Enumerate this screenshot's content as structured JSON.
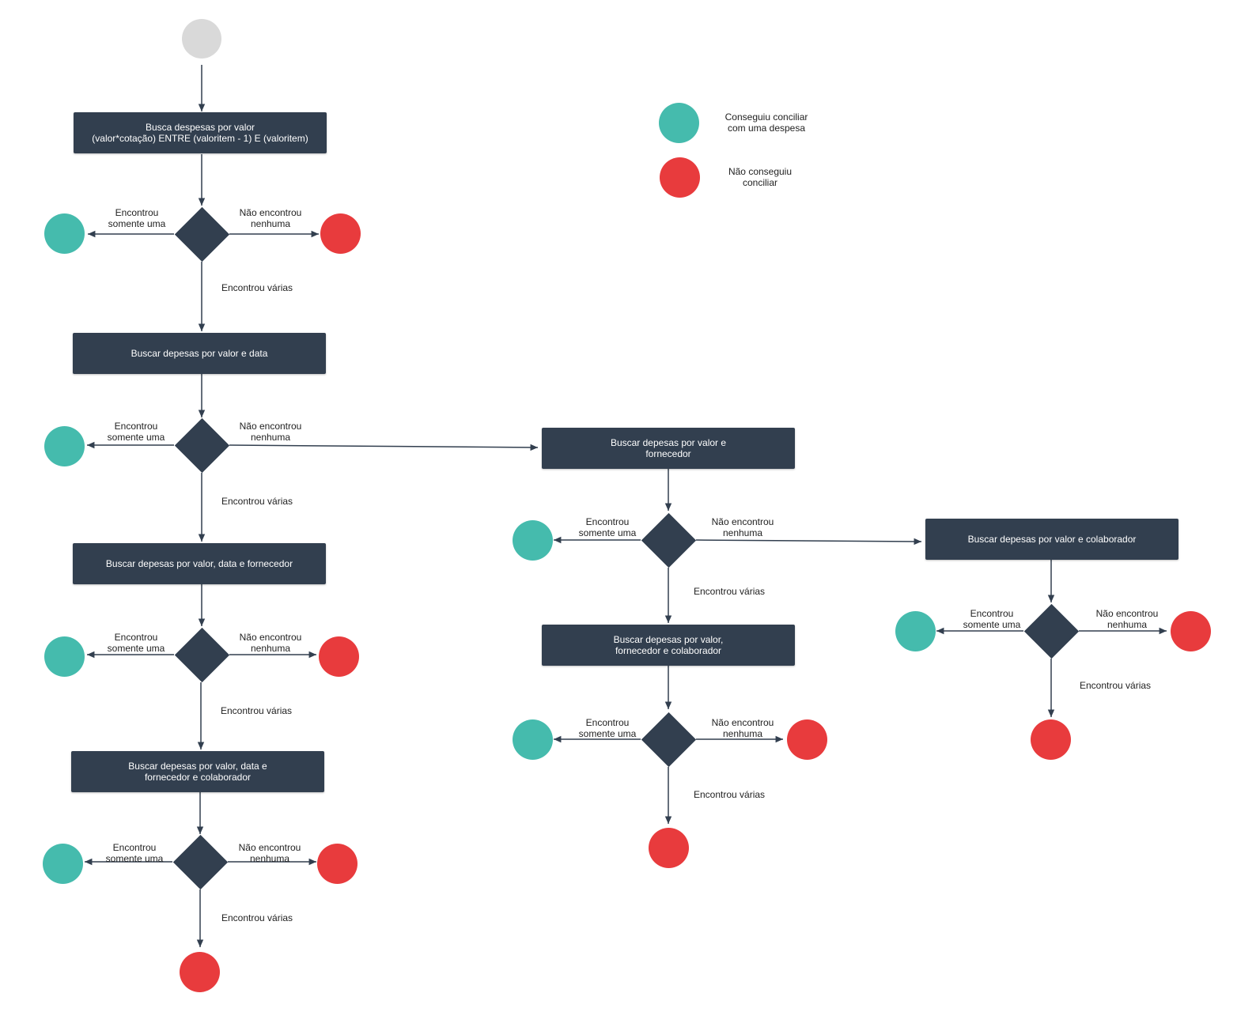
{
  "colors": {
    "box": "#323f4f",
    "teal": "#45bbad",
    "red": "#e83b3d",
    "start": "#d9d9d9",
    "line": "#323f4f"
  },
  "legend": {
    "success": "Conseguiu conciliar\ncom uma despesa",
    "fail": "Não conseguiu\nconciliar"
  },
  "boxes": {
    "b1": "Busca despesas por valor\n(valor*cotação) ENTRE (valoritem - 1) E (valoritem)",
    "b2": "Buscar depesas por valor e data",
    "b3": "Buscar depesas por valor, data e fornecedor",
    "b4": "Buscar depesas por valor, data e\nfornecedor e colaborador",
    "b5": "Buscar depesas por valor e\nfornecedor",
    "b6": "Buscar depesas por valor,\nfornecedor e colaborador",
    "b7": "Buscar depesas por valor e colaborador"
  },
  "labels": {
    "one": "Encontrou\nsomente uma",
    "none": "Não encontrou\nnenhuma",
    "many": "Encontrou várias"
  }
}
